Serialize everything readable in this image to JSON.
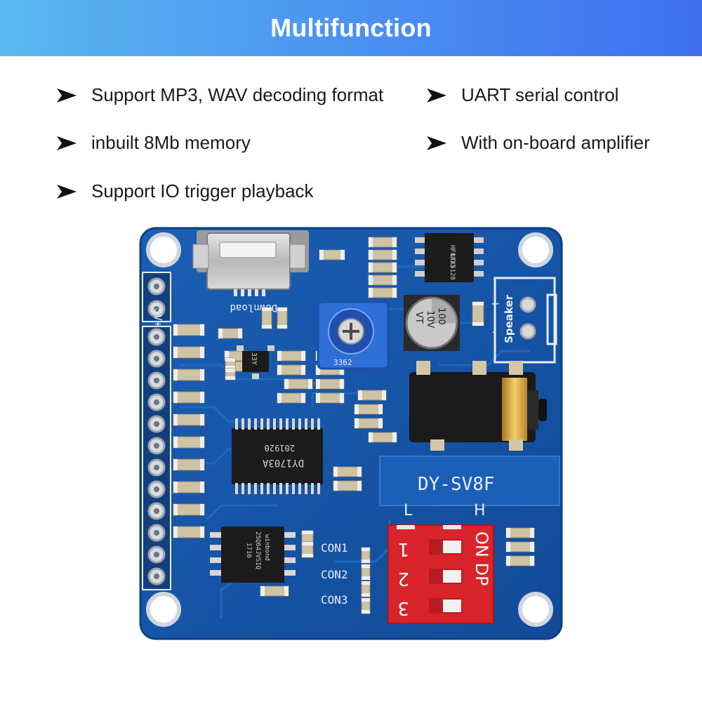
{
  "banner": {
    "title": "Multifunction"
  },
  "features": [
    {
      "text": "Support MP3, WAV decoding format"
    },
    {
      "text": "UART serial control"
    },
    {
      "text": "inbuilt 8Mb memory"
    },
    {
      "text": "With on-board amplifier"
    },
    {
      "text": "Support IO trigger playback"
    }
  ],
  "colors": {
    "banner_start": "#5ab8ef",
    "banner_end": "#3f6ff0",
    "pcb": "#1553a6",
    "dip": "#d8242a"
  },
  "board": {
    "model": "DY-SV8F",
    "speaker_label": "Speaker",
    "power_label": "-5V+",
    "download_label": "Download",
    "plus_sign": "+",
    "minus_sign": "-",
    "level_low": "L",
    "level_high": "H",
    "con1": "CON1",
    "con2": "CON2",
    "con3": "CON3",
    "dip_label": "ON DP",
    "dip_numbers": [
      "1",
      "2",
      "3"
    ],
    "decoder_chip": {
      "line1": "201920",
      "line2": "DY1703A"
    },
    "flash_chip": {
      "line1": "winbond",
      "line2": "25Q64JVSIQ",
      "line3": "1710"
    },
    "amp_chip": {
      "line1": "LTK5128",
      "line2": "HF8821"
    },
    "capacitor": {
      "line1": "100",
      "line2": "10V",
      "line3": "VT"
    },
    "potentiometer_code": "3362",
    "regulator_code": "33Y"
  }
}
